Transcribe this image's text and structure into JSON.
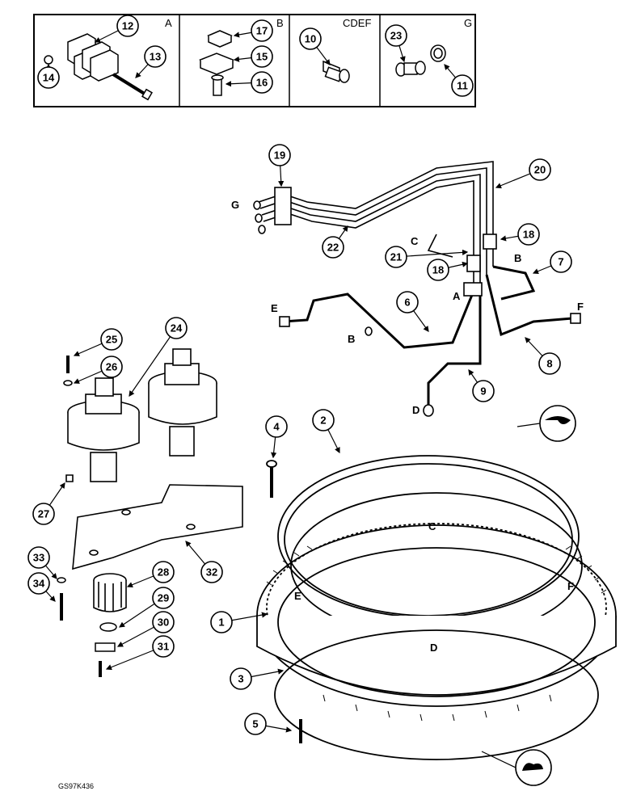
{
  "inset": {
    "sections": [
      "A",
      "B",
      "CDEF",
      "G"
    ]
  },
  "callouts": [
    "1",
    "2",
    "3",
    "4",
    "5",
    "6",
    "7",
    "8",
    "9",
    "10",
    "11",
    "12",
    "13",
    "14",
    "15",
    "16",
    "17",
    "18",
    "18",
    "19",
    "20",
    "21",
    "22",
    "23",
    "24",
    "25",
    "26",
    "27",
    "28",
    "29",
    "30",
    "31",
    "32",
    "33",
    "34"
  ],
  "connection_labels": [
    "G",
    "C",
    "B",
    "A",
    "E",
    "B",
    "F",
    "D",
    "C",
    "E",
    "F",
    "D"
  ],
  "reference_code": "GS97K436"
}
